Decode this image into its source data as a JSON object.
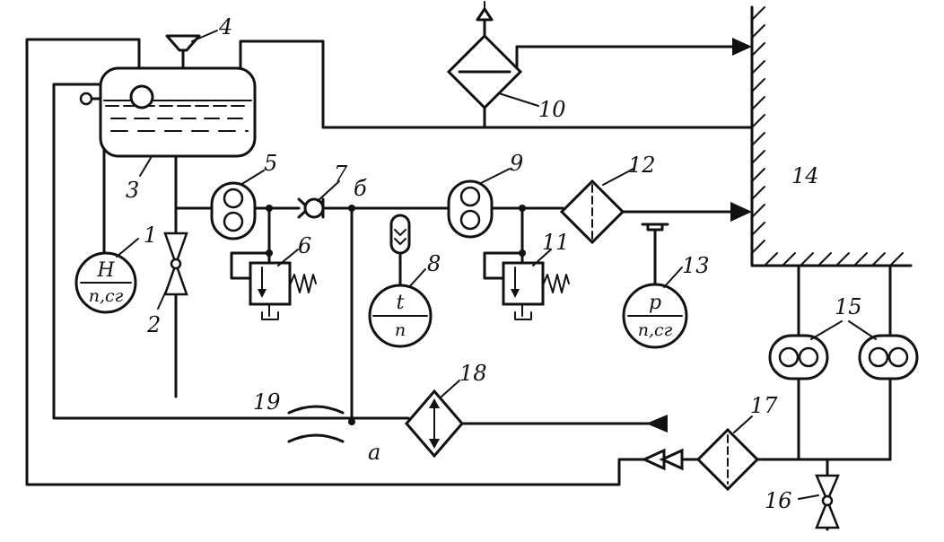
{
  "labels": {
    "n1": "1",
    "n2": "2",
    "n3": "3",
    "n4": "4",
    "n5": "5",
    "n6": "6",
    "n7": "7",
    "n8": "8",
    "n9": "9",
    "n10": "10",
    "n11": "11",
    "n12": "12",
    "n13": "13",
    "n14": "14",
    "n15": "15",
    "n16": "16",
    "n17": "17",
    "n18": "18",
    "n19": "19",
    "a": "а",
    "b": "б"
  },
  "gauges": {
    "level": {
      "top": "H",
      "bottom": "п,сг"
    },
    "temperature": {
      "top": "t",
      "bottom": "п"
    },
    "pressure": {
      "top": "p",
      "bottom": "п,сг"
    }
  }
}
